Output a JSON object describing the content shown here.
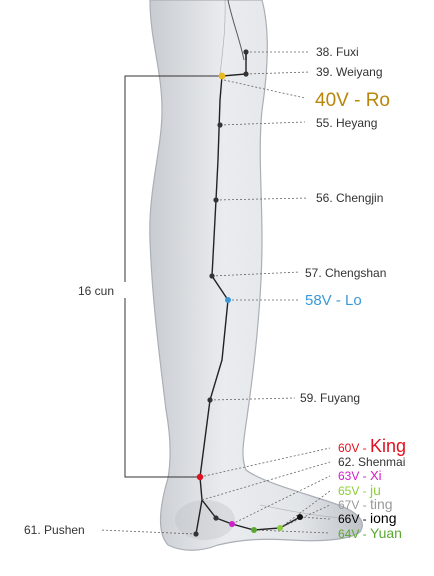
{
  "figure": {
    "measure_label": "16 cun",
    "colors": {
      "default": "#333333",
      "ro": "#b8860b",
      "lo": "#3a9ad9",
      "king": "#e0101f",
      "xi": "#d11ec8",
      "ju": "#8ccf3a",
      "ting": "#9a9a9a",
      "iong": "#000000",
      "yuan": "#5aa832",
      "gold_point": "#e8b820"
    },
    "points": [
      {
        "id": "p38",
        "label": "38. Fuxi",
        "color": "#333333"
      },
      {
        "id": "p39",
        "label": "39. Weiyang",
        "color": "#333333"
      },
      {
        "id": "p40",
        "label": "40V - Ro",
        "color": "#b8860b"
      },
      {
        "id": "p55",
        "label": "55. Heyang",
        "color": "#333333"
      },
      {
        "id": "p56",
        "label": "56. Chengjin",
        "color": "#333333"
      },
      {
        "id": "p57",
        "label": "57. Chengshan",
        "color": "#333333"
      },
      {
        "id": "p58",
        "label": "58V - Lo",
        "color": "#3a9ad9"
      },
      {
        "id": "p59",
        "label": "59. Fuyang",
        "color": "#333333"
      },
      {
        "id": "p61",
        "label": "61. Pushen",
        "color": "#333333"
      },
      {
        "id": "p62",
        "label": "62. Shenmai",
        "color": "#333333"
      }
    ],
    "foot_points": [
      {
        "id": "p60",
        "code": "60V - ",
        "name": "King",
        "code_color": "#e0101f",
        "name_color": "#e0101f"
      },
      {
        "id": "p63",
        "code": "63V - ",
        "name": "Xi",
        "code_color": "#d11ec8",
        "name_color": "#d11ec8"
      },
      {
        "id": "p65",
        "code": "65V - ",
        "name": "ju",
        "code_color": "#8ccf3a",
        "name_color": "#8ccf3a"
      },
      {
        "id": "p67",
        "code": "67V - ",
        "name": "ting",
        "code_color": "#9a9a9a",
        "name_color": "#9a9a9a"
      },
      {
        "id": "p66",
        "code": "66V - ",
        "name": "iong",
        "code_color": "#000000",
        "name_color": "#000000"
      },
      {
        "id": "p64",
        "code": "64V - ",
        "name": "Yuan",
        "code_color": "#5aa832",
        "name_color": "#5aa832"
      }
    ]
  }
}
